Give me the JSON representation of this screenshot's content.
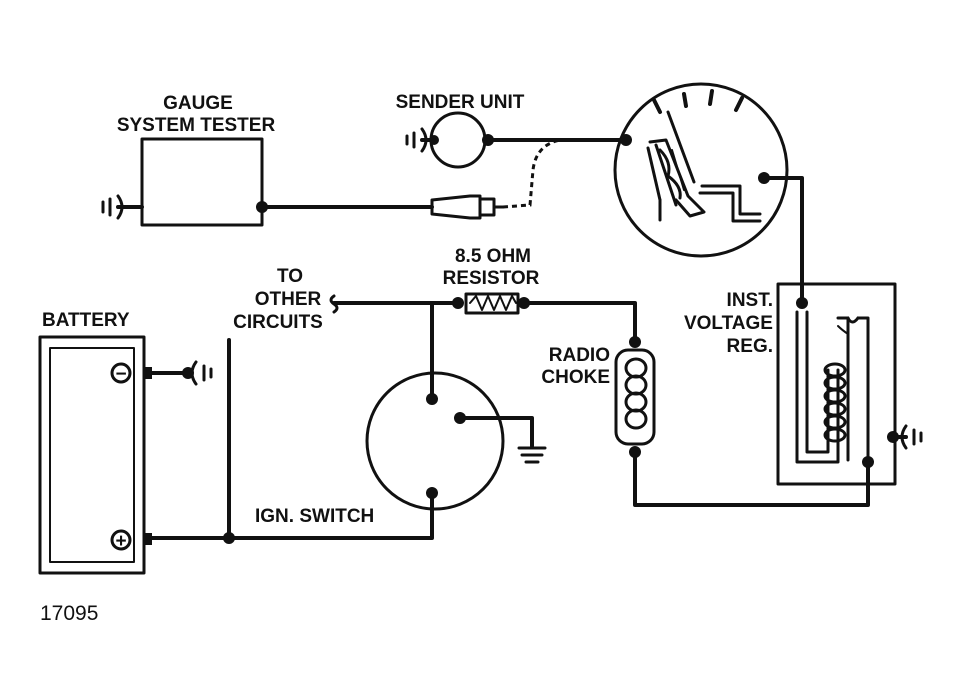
{
  "labels": {
    "gauge_tester_line1": "GAUGE",
    "gauge_tester_line2": "SYSTEM TESTER",
    "sender_unit": "SENDER UNIT",
    "resistor_line1": "8.5 OHM",
    "resistor_line2": "RESISTOR",
    "to_other_line1": "TO",
    "to_other_line2": "OTHER",
    "to_other_line3": "CIRCUITS",
    "battery": "BATTERY",
    "inst_line1": "INST.",
    "inst_line2": "VOLTAGE",
    "inst_line3": "REG.",
    "radio_line1": "RADIO",
    "radio_line2": "CHOKE",
    "ign_switch": "IGN. SWITCH",
    "battery_neg": "−",
    "battery_pos": "+",
    "figure_number": "17095"
  }
}
